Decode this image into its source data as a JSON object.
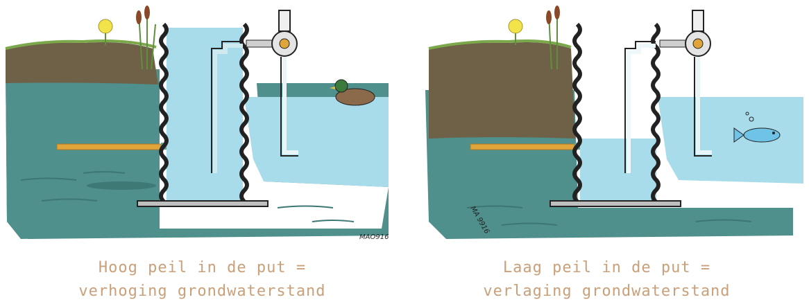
{
  "panels": [
    {
      "caption_line1": "Hoog peil in de put =",
      "caption_line2": "verhoging grondwaterstand",
      "signature": "MAO916"
    },
    {
      "caption_line1": "Laag peil in de put =",
      "caption_line2": "verlaging grondwaterstand",
      "signature": "MA 9916"
    }
  ],
  "colors": {
    "ground_water": "#4f8f8c",
    "light_water": "#a9dcea",
    "topsoil": "#6e6148",
    "grass": "#7aa84a",
    "drain_pipe": "#e0a53a",
    "caption": "#c9a07a"
  }
}
